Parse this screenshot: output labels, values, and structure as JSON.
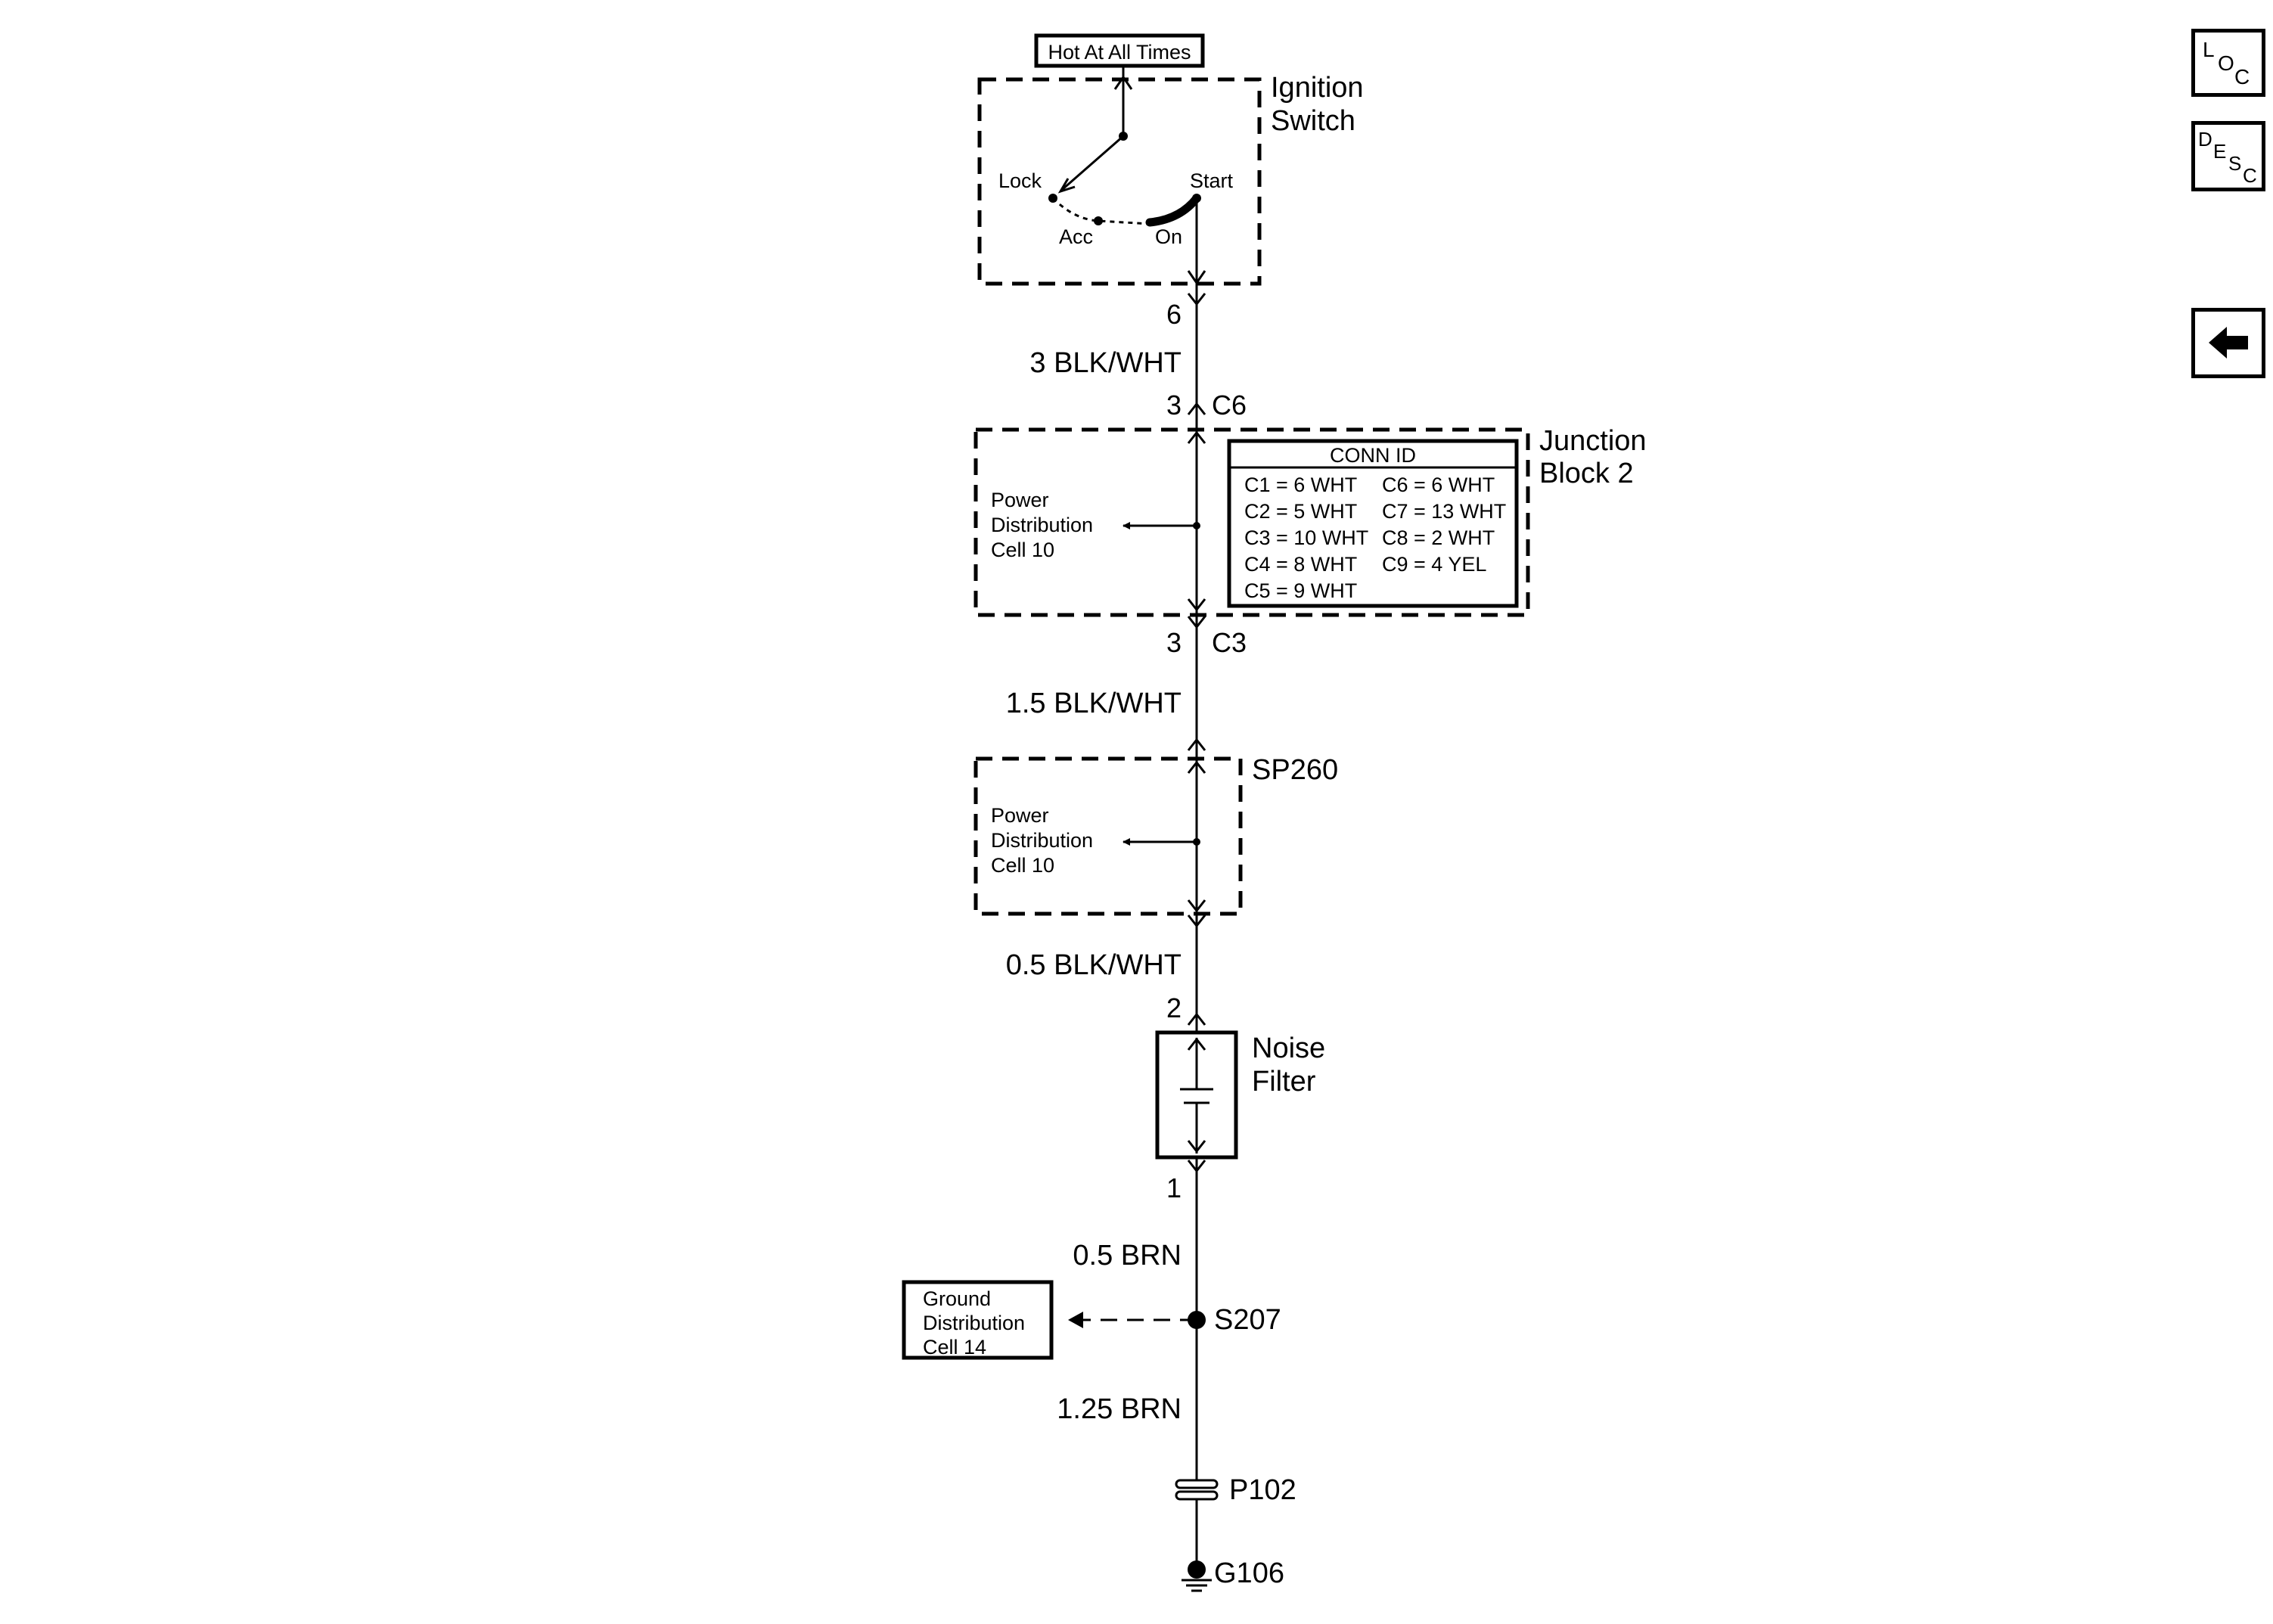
{
  "diagram": {
    "hot_label": "Hot At All Times",
    "ignition_switch": {
      "title_line1": "Ignition",
      "title_line2": "Switch",
      "lock": "Lock",
      "acc": "Acc",
      "on": "On",
      "start": "Start"
    },
    "pin_6": "6",
    "wire_1": "3 BLK/WHT",
    "c6_pin": "3",
    "c6_label": "C6",
    "junction_block": {
      "title_line1": "Junction",
      "title_line2": "Block 2",
      "pd_line1": "Power",
      "pd_line2": "Distribution",
      "pd_line3": "Cell 10",
      "conn_id_header": "CONN ID",
      "conn_ids": [
        [
          "C1 = 6 WHT",
          "C6 = 6 WHT"
        ],
        [
          "C2 = 5 WHT",
          "C7 = 13 WHT"
        ],
        [
          "C3 = 10 WHT",
          "C8 = 2 WHT"
        ],
        [
          "C4 = 8 WHT",
          "C9 = 4 YEL"
        ],
        [
          "C5 = 9 WHT",
          ""
        ]
      ]
    },
    "c3_pin": "3",
    "c3_label": "C3",
    "wire_2": "1.5 BLK/WHT",
    "sp260": {
      "label": "SP260",
      "pd_line1": "Power",
      "pd_line2": "Distribution",
      "pd_line3": "Cell 10"
    },
    "wire_3": "0.5 BLK/WHT",
    "noise_filter": {
      "pin_in": "2",
      "pin_out": "1",
      "title_line1": "Noise",
      "title_line2": "Filter"
    },
    "wire_4": "0.5 BRN",
    "ground_dist": {
      "line1": "Ground",
      "line2": "Distribution",
      "line3": "Cell 14"
    },
    "splice": "S207",
    "wire_5": "1.25 BRN",
    "connector_p102": "P102",
    "ground_g106": "G106"
  },
  "sidebar": {
    "loc": {
      "l": "L",
      "o": "O",
      "c": "C"
    },
    "desc": {
      "d": "D",
      "e": "E",
      "s": "S",
      "c": "C"
    },
    "back_icon": "left-arrow-icon"
  }
}
